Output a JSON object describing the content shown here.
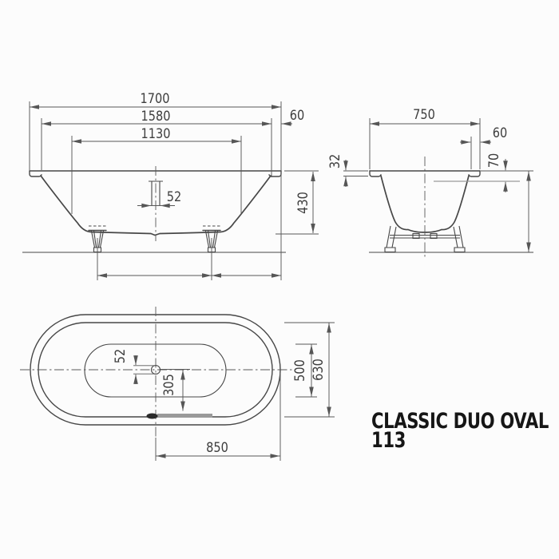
{
  "title": {
    "line1": "CLASSIC DUO OVAL",
    "line2": "113"
  },
  "front": {
    "dims": {
      "overall_length": "1700",
      "rim_inner_length": "1580",
      "bottom_length": "1130",
      "rim_overhang": "60",
      "drain_width": "52",
      "height": "430"
    }
  },
  "end": {
    "dims": {
      "overall_width": "750",
      "rim_overhang": "60",
      "rim_height": "32",
      "overflow_depth": "70"
    }
  },
  "plan": {
    "dims": {
      "drain_width": "52",
      "drain_to_edge": "305",
      "basin_width": "500",
      "inner_rim_width": "630",
      "center_to_end": "850"
    }
  },
  "colors": {
    "line": "#474747",
    "dim": "#585858",
    "text": "#3e3e3e",
    "title": "#161616",
    "accent_gray": "#9a9a9a",
    "background": "#fcfcfc"
  }
}
